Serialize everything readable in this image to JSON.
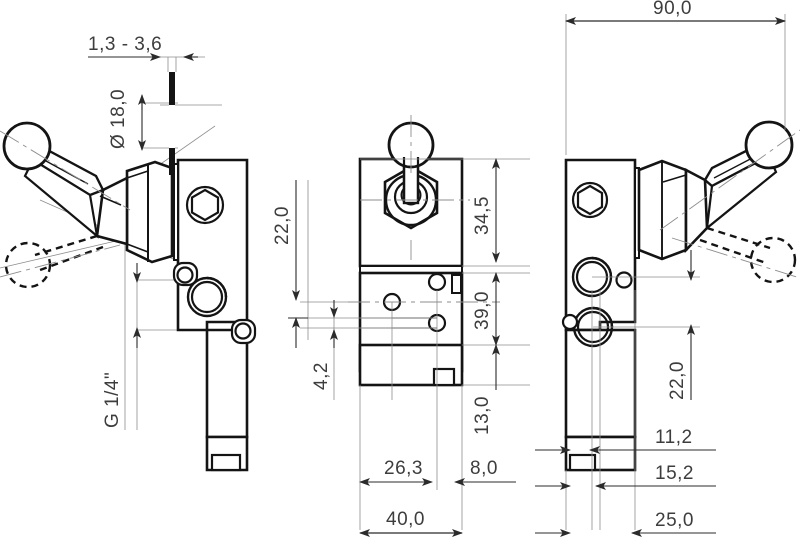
{
  "drawing": {
    "title": "Hand lever valve technical drawing",
    "type": "engineering-dimension-drawing",
    "units": "mm",
    "background_color": "#ffffff",
    "line_color": "#1a1a1a",
    "dimension_color": "#3d3d3d"
  },
  "views": [
    {
      "id": "left-view",
      "name": "side-view-with-lever-left",
      "description": "Side view of hand lever valve with lever pointing up-left and dashed alternate lever position"
    },
    {
      "id": "center-view",
      "name": "front-view",
      "description": "Front view of valve body with ball lever knob pointing up"
    },
    {
      "id": "right-view",
      "name": "side-view-with-lever-right",
      "description": "Opposite side view with lever pointing up-right and dashed alternate position"
    }
  ],
  "dimensions": {
    "lever_travel": "1,3 - 3,6",
    "knob_diameter": "Ø 18,0",
    "port_thread": "G 1/4\"",
    "left_port_height": "22,0",
    "center_port_height": "22,0",
    "center_small_offset": "4,2",
    "upper_body_height": "34,5",
    "mid_body_height": "39,0",
    "lower_body_height": "13,0",
    "center_width_inner": "26,3",
    "center_width_offset": "8,0",
    "center_total_width": "40,0",
    "overall_lever_span": "90,0",
    "right_port_height": "22,0",
    "right_offset_a": "11,2",
    "right_offset_b": "15,2",
    "right_total_width": "25,0"
  },
  "labels": {
    "d1": "1,3 - 3,6",
    "d2": "Ø 18,0",
    "d3": "G 1/4\"",
    "d4": "22,0",
    "d5": "4,2",
    "d6": "34,5",
    "d7": "39,0",
    "d8": "13,0",
    "d9": "26,3",
    "d10": "8,0",
    "d11": "40,0",
    "d12": "90,0",
    "d13": "22,0",
    "d14": "11,2",
    "d15": "15,2",
    "d16": "25,0"
  }
}
